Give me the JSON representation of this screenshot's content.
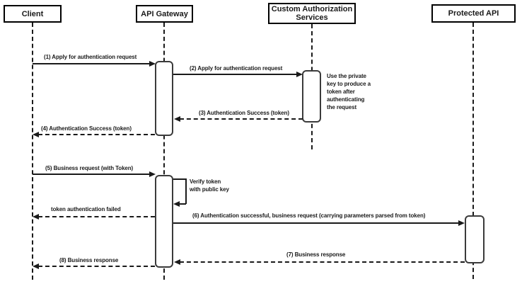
{
  "diagram": {
    "type": "sequence-diagram",
    "participants": [
      {
        "label": "Client"
      },
      {
        "label": "API Gateway"
      },
      {
        "label": "Custom Authorization Services"
      },
      {
        "label": "Protected API"
      }
    ],
    "messages": [
      {
        "label": "(1) Apply for authentication request",
        "from": "Client",
        "to": "API Gateway",
        "line": "solid",
        "direction": "right"
      },
      {
        "label": "(2) Apply for authentication request",
        "from": "API Gateway",
        "to": "Custom Authorization Services",
        "line": "solid",
        "direction": "right"
      },
      {
        "label": "(3) Authentication Success (token)",
        "from": "Custom Authorization Services",
        "to": "API Gateway",
        "line": "dashed",
        "direction": "left"
      },
      {
        "label": "(4) Authentication Success (token)",
        "from": "API Gateway",
        "to": "Client",
        "line": "dashed",
        "direction": "left"
      },
      {
        "label": "(5) Business request (with Token)",
        "from": "Client",
        "to": "API Gateway",
        "line": "solid",
        "direction": "right"
      },
      {
        "label": "token authentication failed",
        "from": "API Gateway",
        "to": "Client",
        "line": "dashed",
        "direction": "left"
      },
      {
        "label": "(6) Authentication successful, business request (carrying parameters parsed from token)",
        "from": "API Gateway",
        "to": "Protected API",
        "line": "solid",
        "direction": "right"
      },
      {
        "label": "(7) Business response",
        "from": "Protected API",
        "to": "API Gateway",
        "line": "dashed",
        "direction": "left"
      },
      {
        "label": "(8) Business response",
        "from": "API Gateway",
        "to": "Client",
        "line": "dashed",
        "direction": "left"
      }
    ],
    "self_message": {
      "label": "Verify token\nwith public key",
      "on": "API Gateway"
    },
    "note": {
      "label": "Use the private\nkey to produce a\ntoken after\nauthenticating\nthe request",
      "attached_to": "Custom Authorization Services"
    },
    "colors": {
      "line": "#1a1a1a",
      "background": "#ffffff",
      "text": "#1a1a1a"
    }
  }
}
